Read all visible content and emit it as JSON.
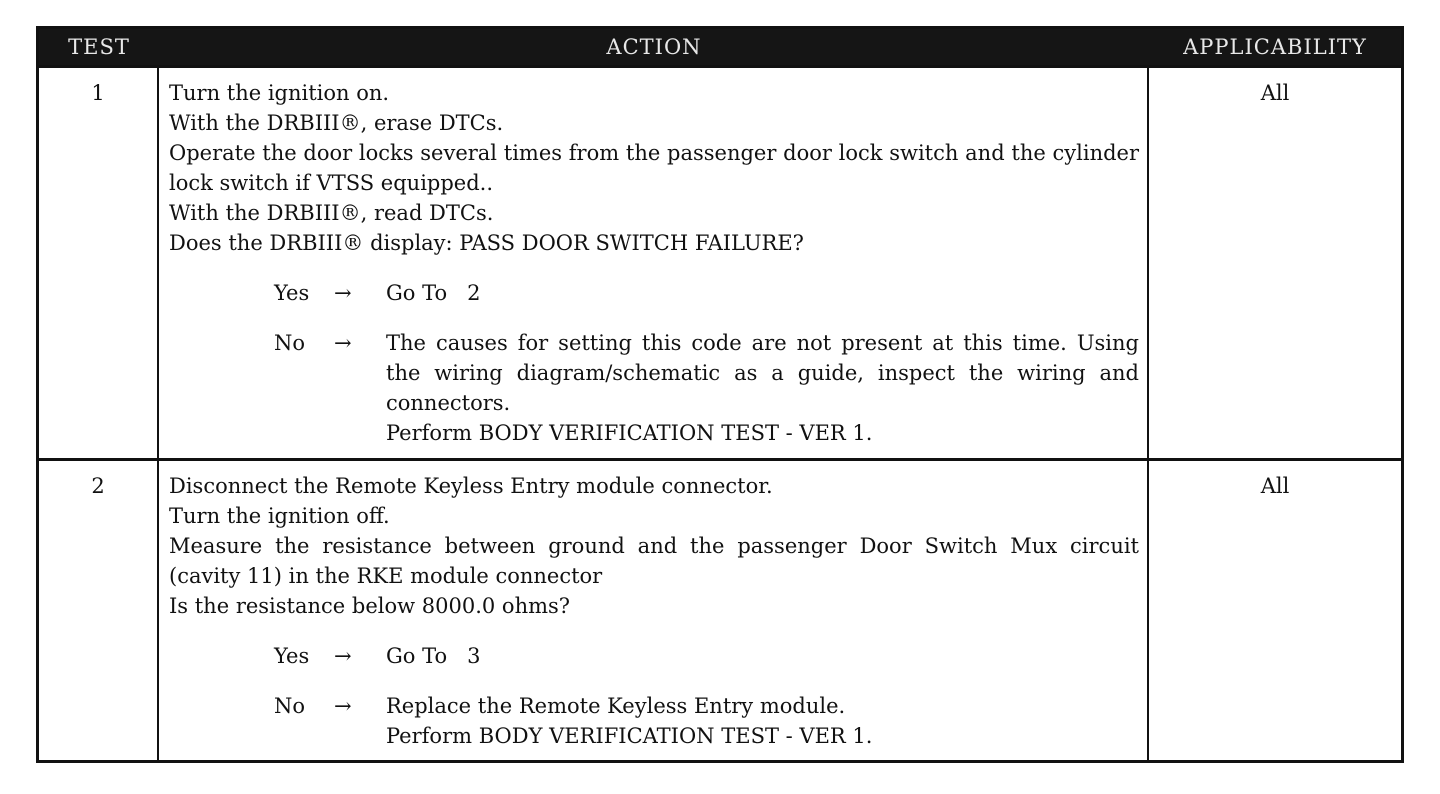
{
  "header": {
    "test": "TEST",
    "action": "ACTION",
    "applicability": "APPLICABILITY"
  },
  "rows": [
    {
      "test": "1",
      "applicability": "All",
      "steps": [
        "Turn the ignition on.",
        "With the DRBIII®, erase DTCs.",
        "Operate the door locks several times from the passenger door lock switch and the cylinder lock switch if VTSS equipped..",
        "With the DRBIII®, read DTCs.",
        "Does the DRBIII® display: PASS DOOR SWITCH FAILURE?"
      ],
      "outcomes": [
        {
          "label": "Yes",
          "arrow": "→",
          "result": [
            "Go To   2"
          ]
        },
        {
          "label": "No",
          "arrow": "→",
          "result": [
            "The causes for setting this code are not present at this time. Using the wiring diagram/schematic as a guide, inspect the wiring and connectors.",
            "Perform BODY VERIFICATION TEST - VER 1."
          ]
        }
      ]
    },
    {
      "test": "2",
      "applicability": "All",
      "steps": [
        "Disconnect the Remote Keyless Entry module connector.",
        "Turn the ignition off.",
        "Measure the resistance between ground and the passenger Door Switch Mux circuit (cavity 11) in the RKE module connector",
        "Is the resistance below 8000.0 ohms?"
      ],
      "outcomes": [
        {
          "label": "Yes",
          "arrow": "→",
          "result": [
            "Go To   3"
          ]
        },
        {
          "label": "No",
          "arrow": "→",
          "result": [
            "Replace the Remote Keyless Entry module.",
            "Perform BODY VERIFICATION TEST - VER 1."
          ]
        }
      ]
    }
  ]
}
